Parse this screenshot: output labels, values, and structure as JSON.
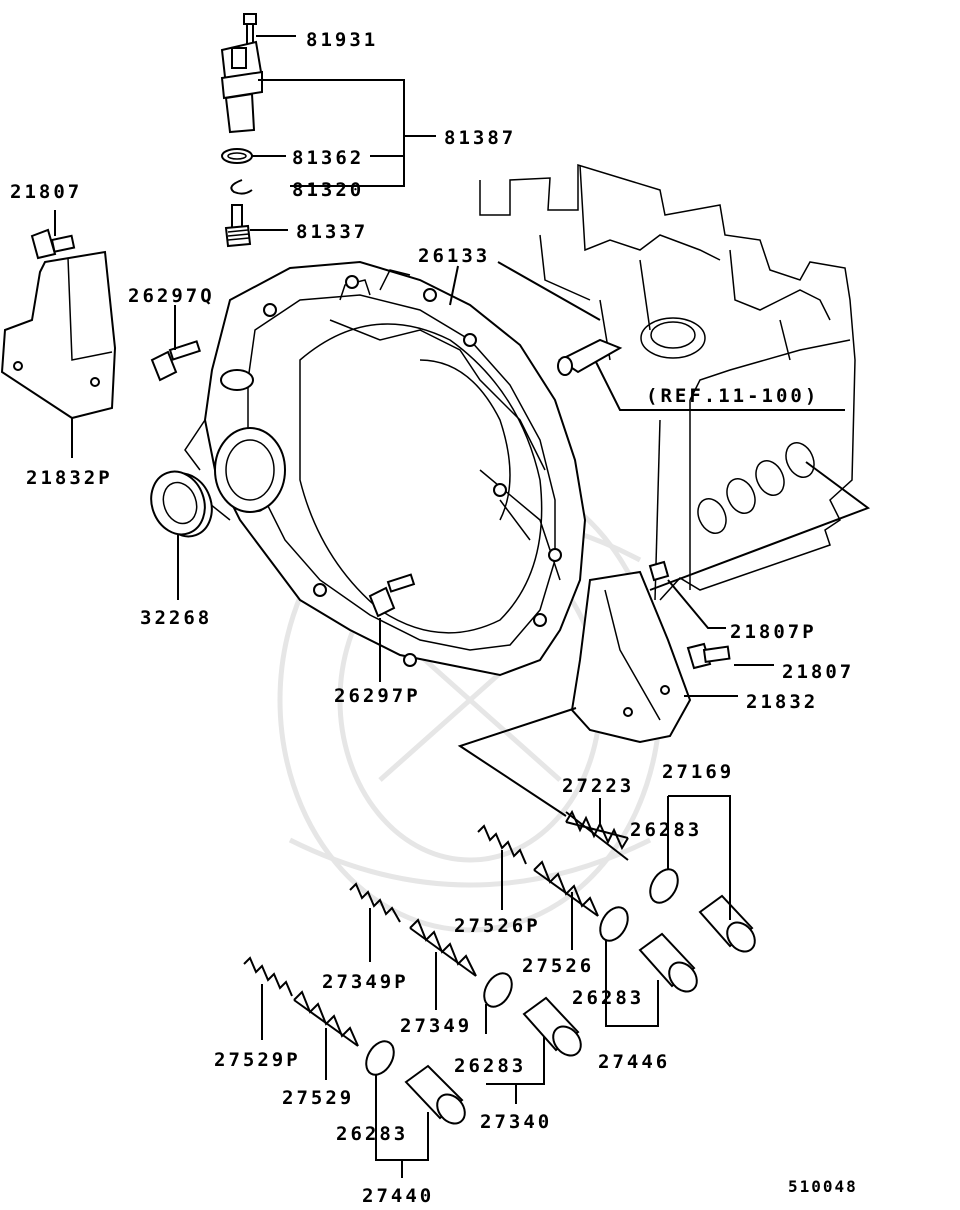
{
  "labels": {
    "p81931": "81931",
    "p81387": "81387",
    "p81362": "81362",
    "p81320": "81320",
    "p81337": "81337",
    "p21807a": "21807",
    "p26297q": "26297Q",
    "p26133": "26133",
    "ref": "(REF.11-100)",
    "p21832p": "21832P",
    "p32268": "32268",
    "p21807p": "21807P",
    "p21807b": "21807",
    "p21832": "21832",
    "p26297p": "26297P",
    "p27223": "27223",
    "p27169": "27169",
    "p26283a": "26283",
    "p27526p": "27526P",
    "p27526": "27526",
    "p26283b": "26283",
    "p27446": "27446",
    "p27349p": "27349P",
    "p27349": "27349",
    "p26283c": "26283",
    "p27340": "27340",
    "p27529p": "27529P",
    "p27529": "27529",
    "p26283d": "26283",
    "p27440": "27440",
    "code": "510048"
  }
}
